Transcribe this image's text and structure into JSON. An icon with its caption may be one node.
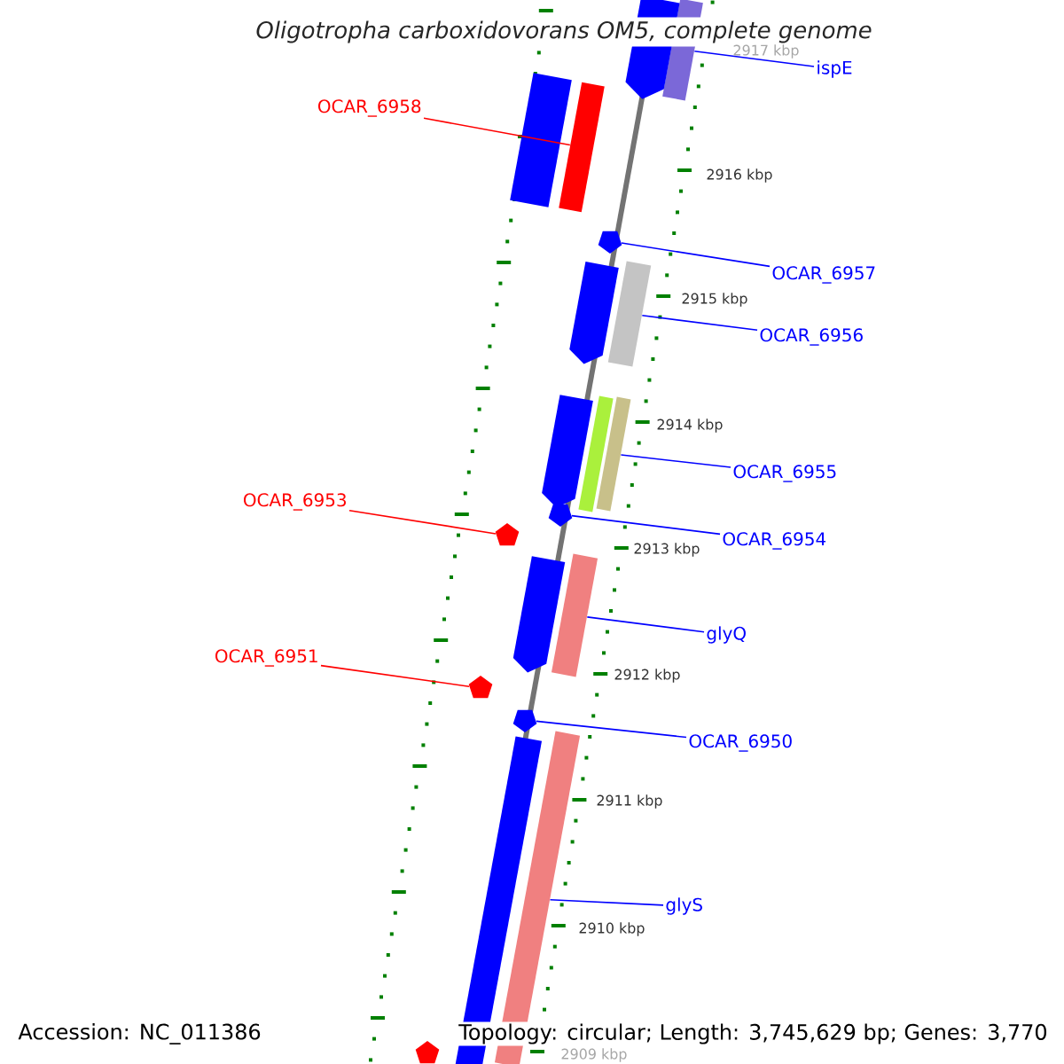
{
  "diagram": {
    "title": "Oligotropha carboxidovorans OM5, complete genome",
    "nodes": [
      {
        "text": [
          "ispE"
        ]
      },
      {
        "text": [
          "OCAR_6958"
        ]
      },
      {
        "text": [
          "OCAR_6957"
        ]
      },
      {
        "text": [
          "OCAR_6956"
        ]
      },
      {
        "text": [
          "OCAR_6955"
        ]
      },
      {
        "text": [
          "OCAR_6953"
        ]
      },
      {
        "text": [
          "OCAR_6954"
        ]
      },
      {
        "text": [
          "glyQ"
        ]
      },
      {
        "text": [
          "OCAR_6951"
        ]
      },
      {
        "text": [
          "OCAR_6950"
        ]
      },
      {
        "text": [
          "glyS"
        ]
      },
      {
        "text": [],
        "shape": "bar"
      },
      {
        "text": [],
        "shape": "bar"
      },
      {
        "text": [],
        "shape": "arrow"
      },
      {
        "text": [],
        "shape": "bar"
      },
      {
        "text": [],
        "shape": "bar"
      },
      {
        "text": [],
        "shape": "arrow"
      },
      {
        "text": [],
        "shape": "pentagon"
      },
      {
        "text": [],
        "shape": "bar"
      },
      {
        "text": [],
        "shape": "pentagon"
      },
      {
        "text": [],
        "shape": "arrow"
      },
      {
        "text": [],
        "shape": "bar"
      },
      {
        "text": [],
        "shape": "arrow"
      },
      {
        "text": [],
        "shape": "bar"
      },
      {
        "text": [],
        "shape": "arrow"
      },
      {
        "text": [],
        "shape": "arrow"
      },
      {
        "text": [],
        "shape": "arrow"
      },
      {
        "text": [],
        "shape": "bar"
      },
      {
        "text": [],
        "shape": "bar"
      },
      {
        "text": [],
        "shape": "pentagon"
      }
    ],
    "edges": [
      {
        "from": 0,
        "to": 11,
        "arrow": "none"
      },
      {
        "from": 1,
        "to": 12,
        "arrow": "none",
        "color": "#ff0000"
      },
      {
        "from": 2,
        "to": 13,
        "arrow": "none"
      },
      {
        "from": 3,
        "to": 14,
        "arrow": "none"
      },
      {
        "from": 4,
        "to": 15,
        "arrow": "none"
      },
      {
        "from": 5,
        "to": 17,
        "arrow": "none",
        "color": "#ff0000"
      },
      {
        "from": 6,
        "to": 16,
        "arrow": "none"
      },
      {
        "from": 7,
        "to": 18,
        "arrow": "none"
      },
      {
        "from": 8,
        "to": 19,
        "arrow": "none",
        "color": "#ff0000"
      },
      {
        "from": 9,
        "to": 20,
        "arrow": "none"
      },
      {
        "from": 10,
        "to": 21,
        "arrow": "none"
      }
    ],
    "labels": [
      "2917 kbp",
      "2916 kbp",
      "2915 kbp",
      "2914 kbp",
      "2913 kbp",
      "2912 kbp",
      "2911 kbp",
      "2910 kbp",
      "Accession: NC_011386",
      "Topology: circular; Length: 3,745,629 bp; Genes: 3,770",
      "2909 kbp"
    ]
  }
}
